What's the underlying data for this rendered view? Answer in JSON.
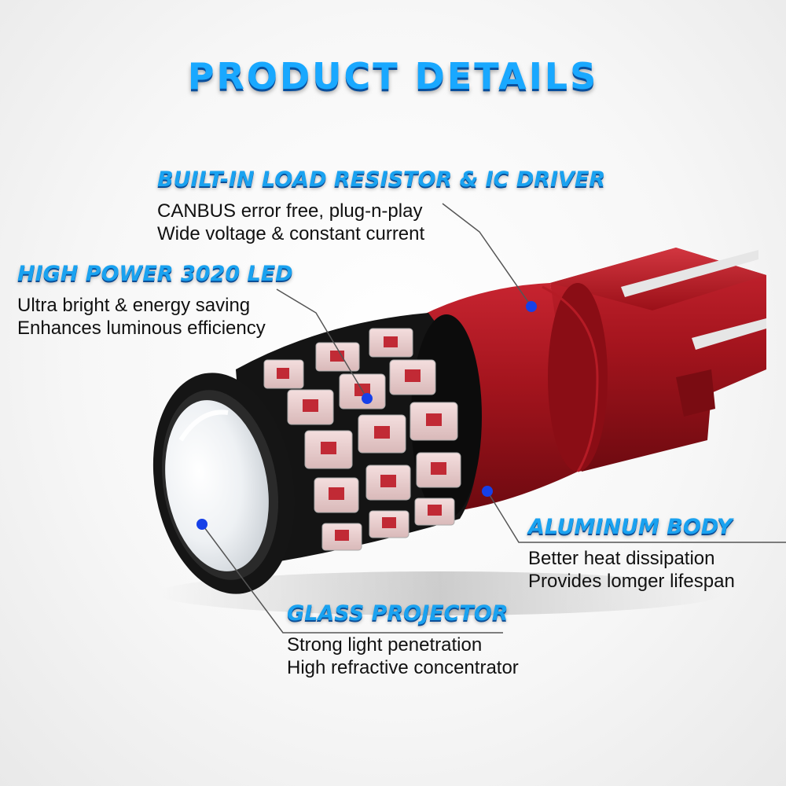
{
  "page": {
    "title": "PRODUCT DETAILS"
  },
  "features": {
    "resistor": {
      "title": "BUILT-IN LOAD RESISTOR & IC DRIVER",
      "lines": [
        "CANBUS error free, plug-n-play",
        "Wide voltage & constant current"
      ]
    },
    "led": {
      "title": "HIGH POWER 3020 LED",
      "lines": [
        "Ultra bright & energy saving",
        "Enhances luminous efficiency"
      ]
    },
    "body": {
      "title": "ALUMINUM BODY",
      "lines": [
        "Better heat dissipation",
        "Provides lomger lifespan"
      ]
    },
    "glass": {
      "title": "GLASS PROJECTOR",
      "lines": [
        "Strong light penetration",
        "High refractive concentrator"
      ]
    }
  },
  "colors": {
    "title_blue": "#19a8ff",
    "title_shadow": "#0a4f9c",
    "housing_red": "#a3141d",
    "marker_blue": "#1640e8"
  },
  "icons": [
    "callout-dot-icon"
  ]
}
